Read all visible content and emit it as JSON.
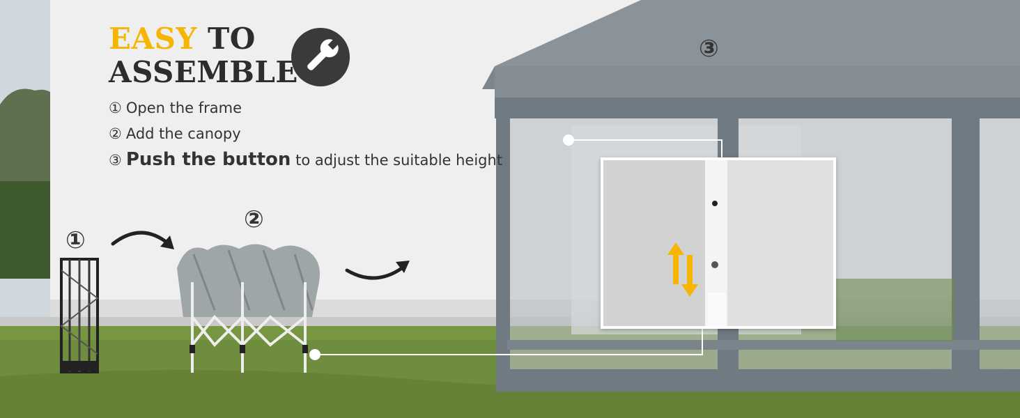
{
  "title": {
    "accent": "EASY",
    "rest_line1": "TO",
    "line2": "ASSEMBLE"
  },
  "steps": [
    {
      "num": "①",
      "text": "Open the frame"
    },
    {
      "num": "②",
      "text": "Add the canopy"
    },
    {
      "num": "③",
      "bold": "Push the button",
      "text": " to adjust the suitable height"
    }
  ],
  "badges": {
    "one": "①",
    "two": "②",
    "three": "③"
  },
  "colors": {
    "accent": "#f5b500",
    "text": "#2d2d2d",
    "canopy": "#8a9399",
    "frame": "#6f7a82",
    "grass": "#6f8d3e"
  },
  "icons": [
    "wrench-icon",
    "arrow-icon",
    "up-down-arrows-icon"
  ]
}
